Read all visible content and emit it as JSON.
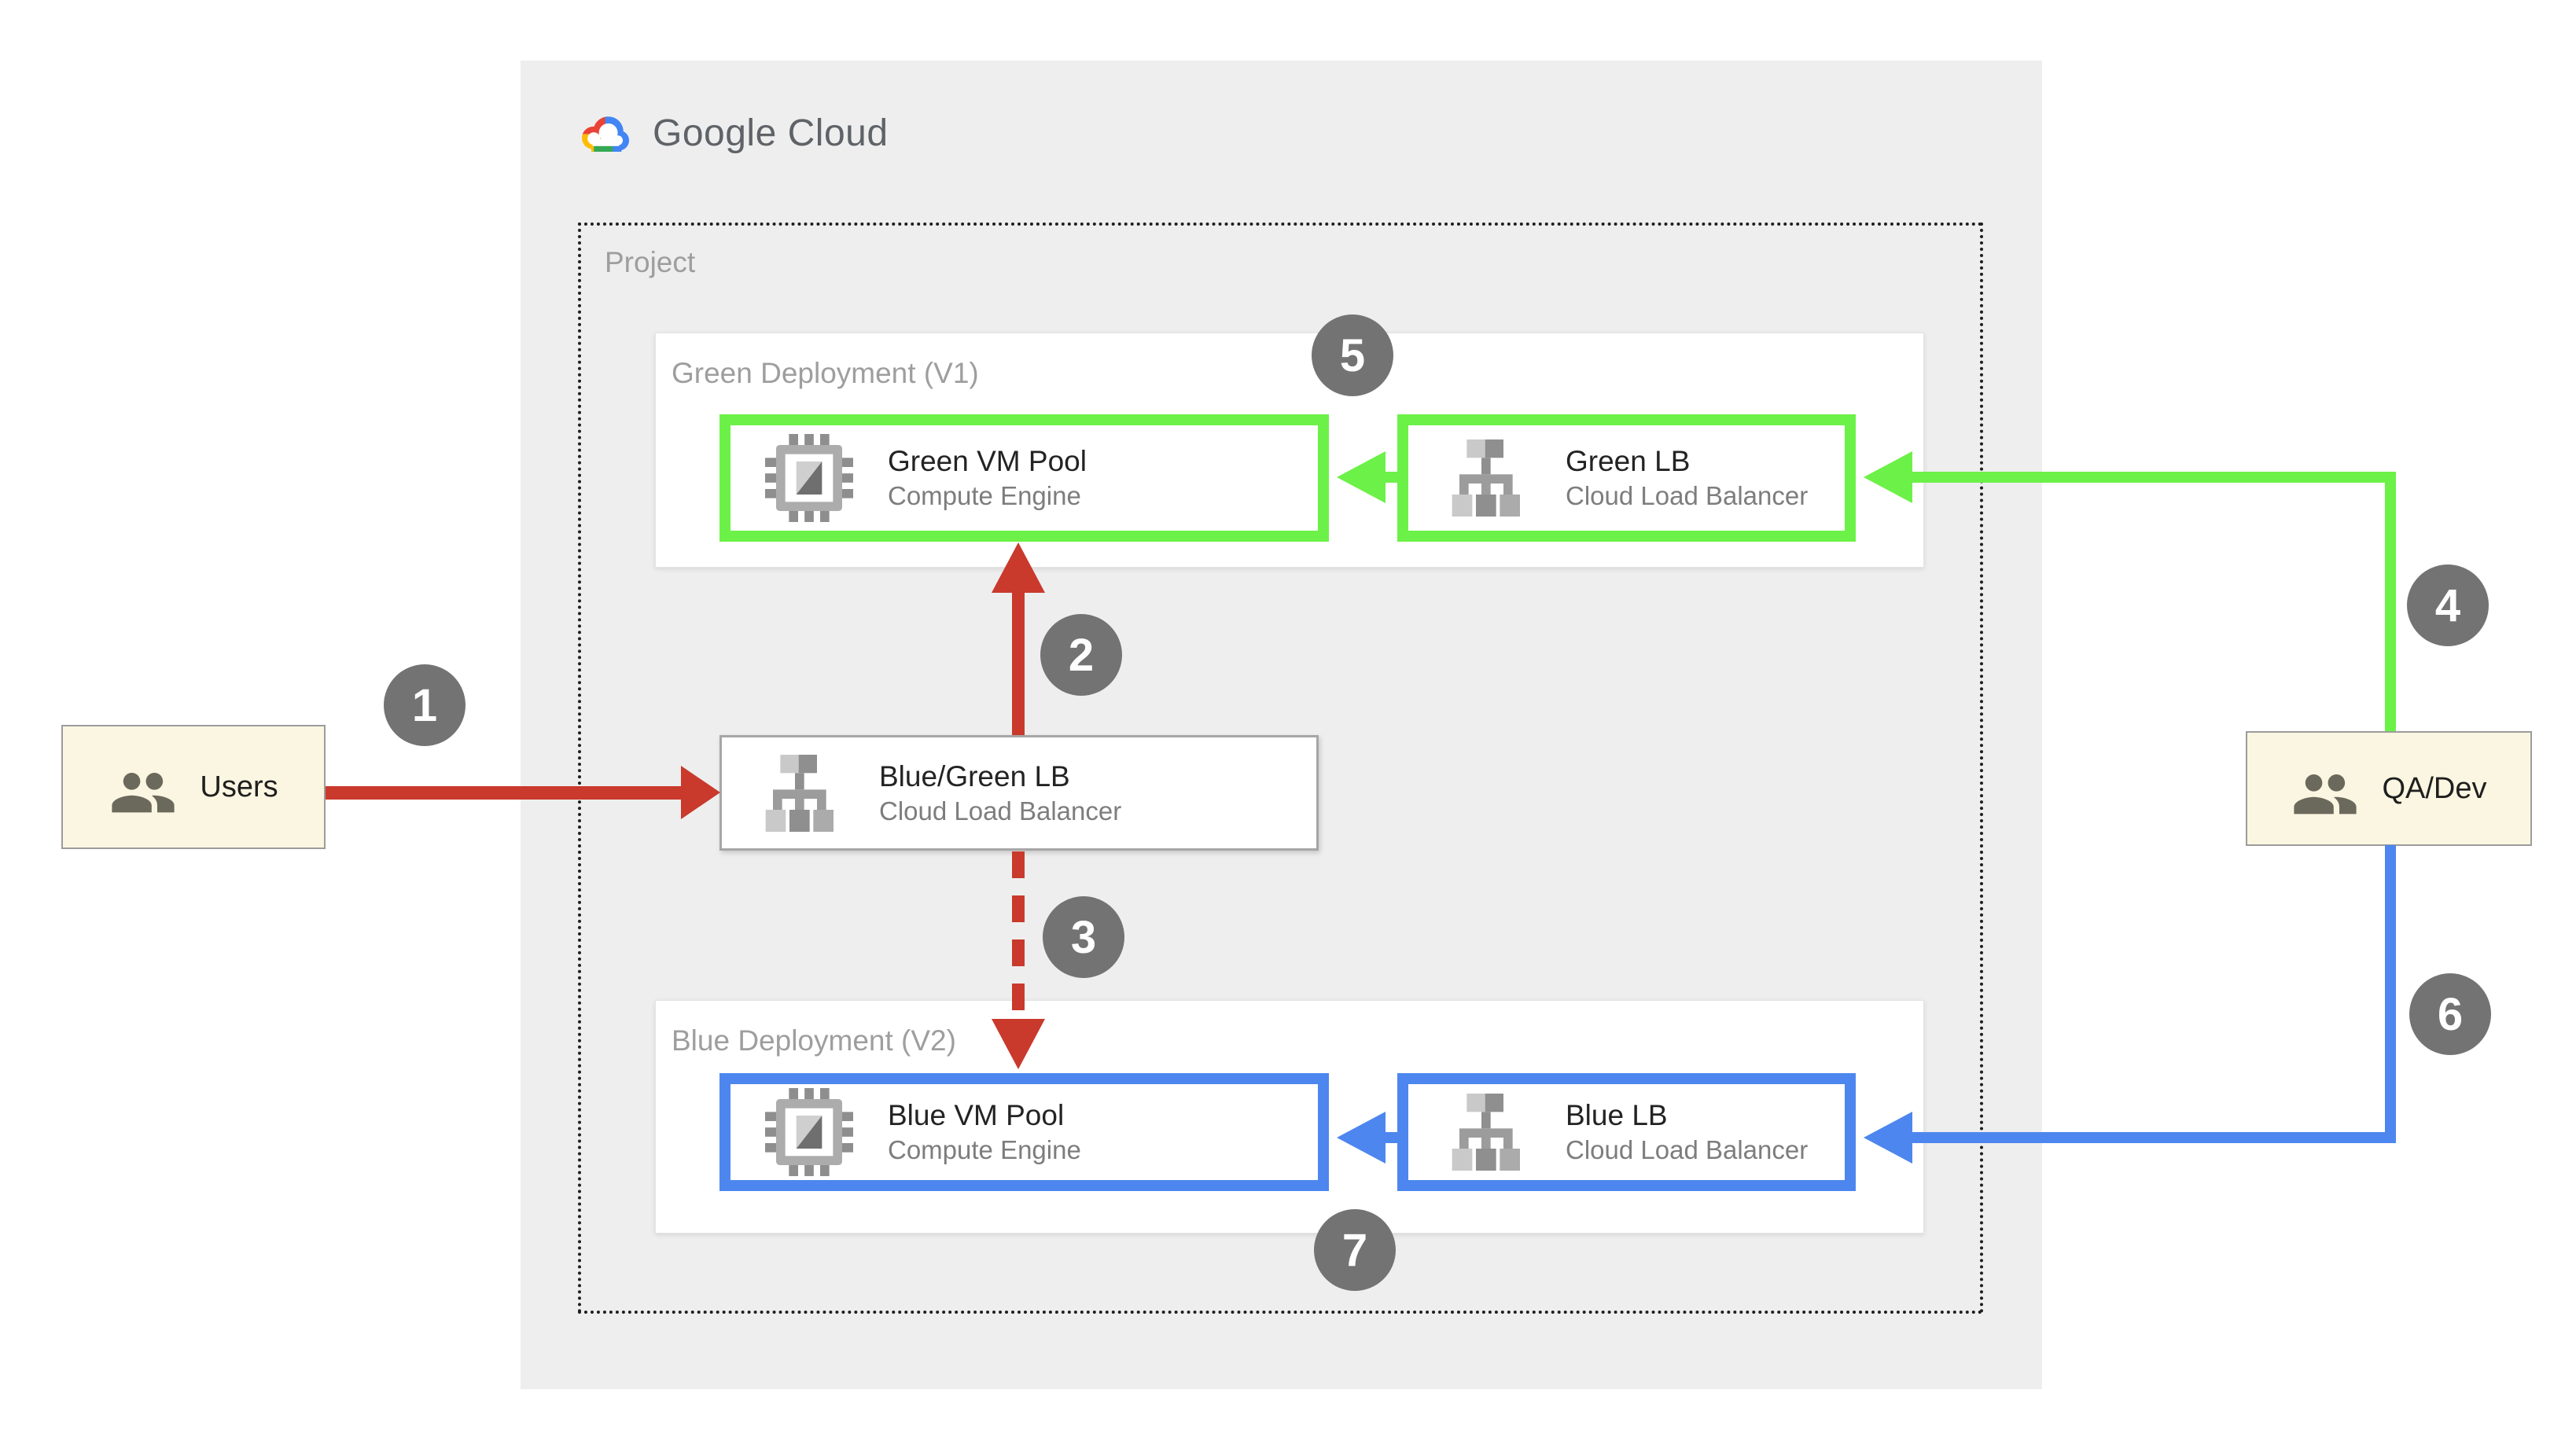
{
  "brand": {
    "name": "Google Cloud"
  },
  "project_label": "Project",
  "deployments": {
    "green": {
      "label": "Green Deployment (V1)",
      "vm": {
        "title": "Green VM Pool",
        "subtitle": "Compute Engine"
      },
      "lb": {
        "title": "Green LB",
        "subtitle": "Cloud Load Balancer"
      }
    },
    "blue": {
      "label": "Blue Deployment (V2)",
      "vm": {
        "title": "Blue VM Pool",
        "subtitle": "Compute Engine"
      },
      "lb": {
        "title": "Blue LB",
        "subtitle": "Cloud Load Balancer"
      }
    }
  },
  "router": {
    "title": "Blue/Green LB",
    "subtitle": "Cloud Load Balancer"
  },
  "actors": {
    "users": {
      "label": "Users"
    },
    "qadev": {
      "label": "QA/Dev"
    }
  },
  "steps": {
    "s1": "1",
    "s2": "2",
    "s3": "3",
    "s4": "4",
    "s5": "5",
    "s6": "6",
    "s7": "7"
  },
  "icons": {
    "logo": "google-cloud-logo-icon",
    "compute": "compute-engine-icon",
    "load_balancer": "cloud-load-balancer-icon",
    "people": "people-icon"
  },
  "colors": {
    "red_arrow": "#C9392C",
    "green_accent": "#6CF148",
    "blue_accent": "#4D86EE",
    "badge_gray": "#737373",
    "actor_bg": "#FBF6E1",
    "container_bg": "#EEEEEE",
    "logo_red": "#EA4335",
    "logo_yellow": "#FBBC04",
    "logo_green": "#34A853",
    "logo_blue": "#4285F4"
  }
}
